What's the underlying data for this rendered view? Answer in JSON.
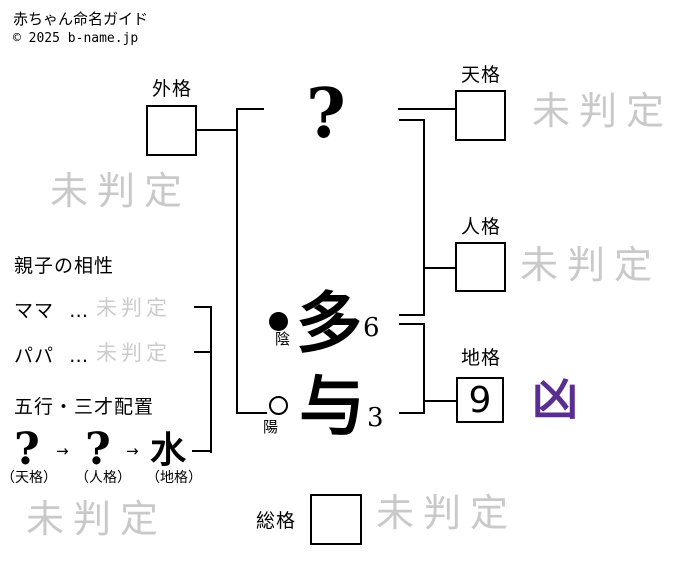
{
  "header": {
    "title": "赤ちゃん命名ガイド",
    "copyright": "© 2025 b-name.jp"
  },
  "diagram": {
    "surname": {
      "char": "?"
    },
    "given": [
      {
        "char": "多",
        "strokes": "6",
        "inyou": {
          "symbol": "●",
          "label": "陰"
        }
      },
      {
        "char": "与",
        "strokes": "3",
        "inyou": {
          "symbol": "○",
          "label": "陽"
        }
      }
    ],
    "gaikaku": {
      "label": "外格",
      "value": "",
      "status": "未判定"
    },
    "tenkaku": {
      "label": "天格",
      "value": "",
      "status": "未判定"
    },
    "jinkaku": {
      "label": "人格",
      "value": "",
      "status": "未判定"
    },
    "chikaku": {
      "label": "地格",
      "value": "9",
      "judgment": "凶"
    },
    "soukaku": {
      "label": "総格",
      "value": "",
      "status": "未判定"
    },
    "overall_status": "未判定"
  },
  "compatibility": {
    "heading": "親子の相性",
    "rows": [
      {
        "label": "ママ",
        "dots": "…",
        "value": "未判定"
      },
      {
        "label": "パパ",
        "dots": "…",
        "value": "未判定"
      }
    ]
  },
  "gogyou": {
    "heading": "五行・三才配置",
    "arrow": "→",
    "elements": [
      {
        "char": "?",
        "label": "（天格）"
      },
      {
        "char": "?",
        "label": "（人格）"
      },
      {
        "char": "水",
        "label": "（地格）"
      }
    ]
  },
  "colors": {
    "judgment_bad": "#5a2d90",
    "watermark": "#c9c9c9",
    "line": "#000000"
  }
}
